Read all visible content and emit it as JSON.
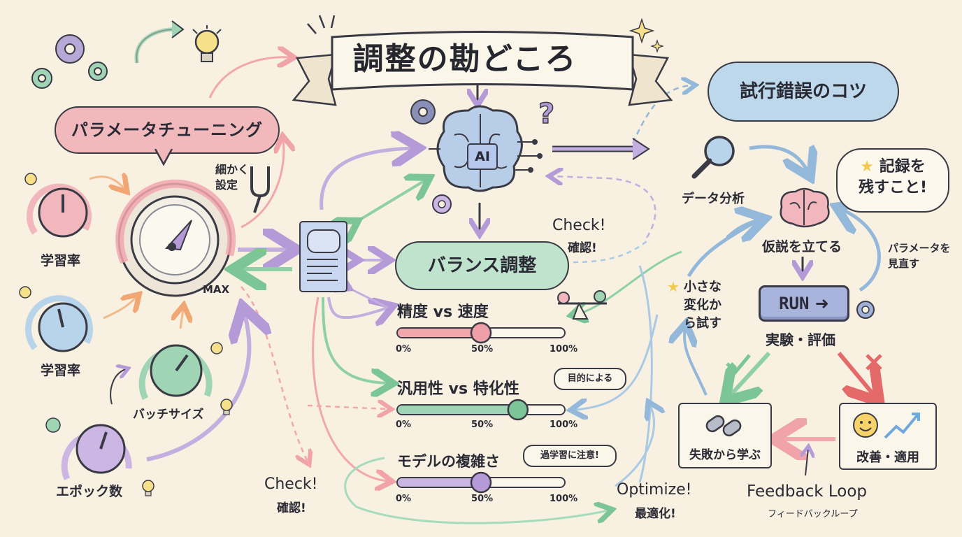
{
  "banner": {
    "title": "調整の勘どころ"
  },
  "left": {
    "header": "パラメータチューニング",
    "fine_tune_note": "細かく\n設定",
    "max_label": "MAX",
    "knobs": [
      {
        "label": "学習率",
        "color": "#f2b6bd"
      },
      {
        "label": "学習率",
        "color": "#b8d4ea"
      },
      {
        "label": "バッチサイズ",
        "color": "#9fd4b4"
      },
      {
        "label": "エポック数",
        "color": "#cbb6e4"
      }
    ]
  },
  "center": {
    "ai_label": "AI",
    "balance_header": "バランス調整",
    "check_top": {
      "en": "Check!",
      "jp": "確認!"
    },
    "check_bottom": {
      "en": "Check!",
      "jp": "確認!"
    },
    "optimize": {
      "en": "Optimize!",
      "jp": "最適化!"
    },
    "sliders": [
      {
        "title": "精度 vs 速度",
        "value": 0.5,
        "color": "#f2a7ad",
        "knob": "#ef9fa7",
        "ticks": [
          "0%",
          "50%",
          "100%"
        ]
      },
      {
        "title": "汎用性 vs 特化性",
        "value": 0.72,
        "color": "#9fd4b4",
        "knob": "#7cc596",
        "note": "目的による",
        "ticks": [
          "0%",
          "50%",
          "100%"
        ]
      },
      {
        "title": "モデルの複雑さ",
        "value": 0.5,
        "color": "#c9b4e2",
        "knob": "#b49ad6",
        "note": "過学習に注意!",
        "ticks": [
          "0%",
          "50%",
          "100%"
        ]
      }
    ]
  },
  "right": {
    "header": "試行錯誤のコツ",
    "record_note": "記録を\n残すこと!",
    "data_analysis": "データ分析",
    "hypothesis": "仮説を立てる",
    "review_params": "パラメータを\n見直す",
    "try_small": "小さな\n変化か\nら試す",
    "run_button": "RUN",
    "experiment": "実験・評価",
    "learn_from_failure": "失敗から学ぶ",
    "improve_apply": "改善・適用",
    "feedback_en": "Feedback Loop",
    "feedback_jp": "フィードバックループ"
  },
  "colors": {
    "pink": "#f2a7ad",
    "blue": "#a9c9e4",
    "green": "#8fd0a8",
    "purple": "#c3aee0",
    "orange": "#f4b98a",
    "red": "#e46a6a",
    "ink": "#3a3a44"
  }
}
